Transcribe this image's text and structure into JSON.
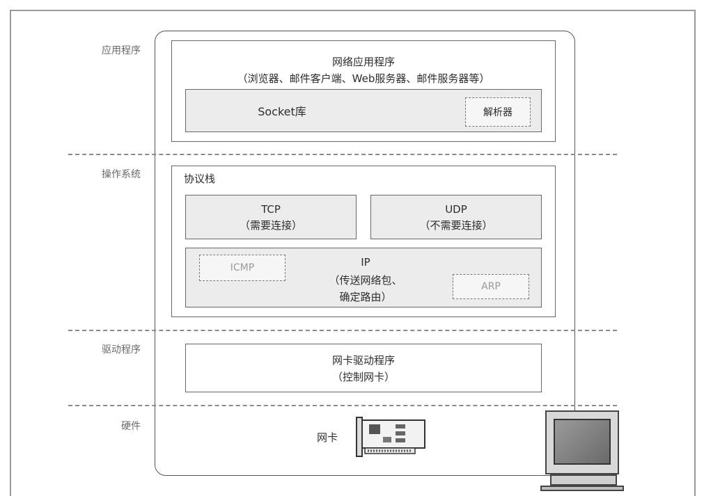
{
  "layers": {
    "application": "应用程序",
    "os": "操作系统",
    "driver": "驱动程序",
    "hardware": "硬件"
  },
  "app_box": {
    "line1": "网络应用程序",
    "line2": "（浏览器、邮件客户端、Web服务器、邮件服务器等）",
    "socket_lib": "Socket库",
    "resolver": "解析器"
  },
  "protocol_stack": {
    "title": "协议栈",
    "tcp_name": "TCP",
    "tcp_desc": "（需要连接）",
    "udp_name": "UDP",
    "udp_desc": "（不需要连接）",
    "icmp": "ICMP",
    "ip_name": "IP",
    "ip_desc1": "（传送网络包、",
    "ip_desc2": "确定路由）",
    "arp": "ARP"
  },
  "driver_box": {
    "line1": "网卡驱动程序",
    "line2": "（控制网卡）"
  },
  "hardware_box": {
    "nic_label": "网卡"
  },
  "icons": {
    "nic": "network-card-icon",
    "monitor": "computer-monitor-icon"
  }
}
